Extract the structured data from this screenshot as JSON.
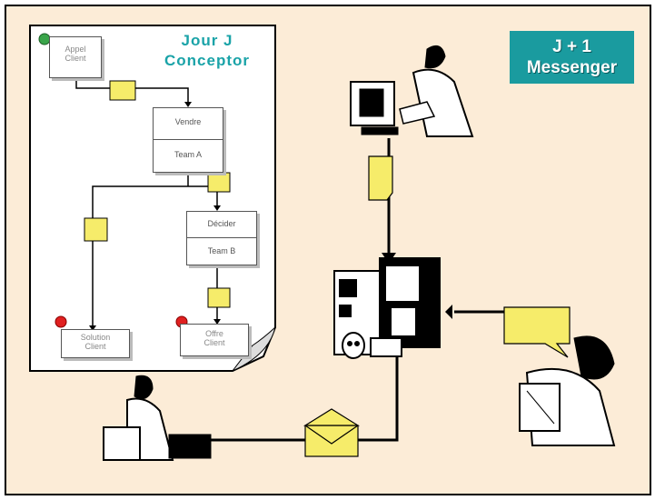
{
  "diagram": {
    "document_title": [
      "Jour J",
      "Conceptor"
    ],
    "badge_title": [
      "J + 1",
      "Messenger"
    ],
    "nodes": {
      "appel_client": [
        "Appel",
        "Client"
      ],
      "vendre": "Vendre",
      "team_a": "Team A",
      "decider": "Décider",
      "team_b": "Team B",
      "solution_client": [
        "Solution",
        "Client"
      ],
      "offre_client": [
        "Offre",
        "Client"
      ]
    }
  },
  "colors": {
    "background": "#fcecd7",
    "accent": "#1a9b9f",
    "message": "#f6ec6a"
  }
}
